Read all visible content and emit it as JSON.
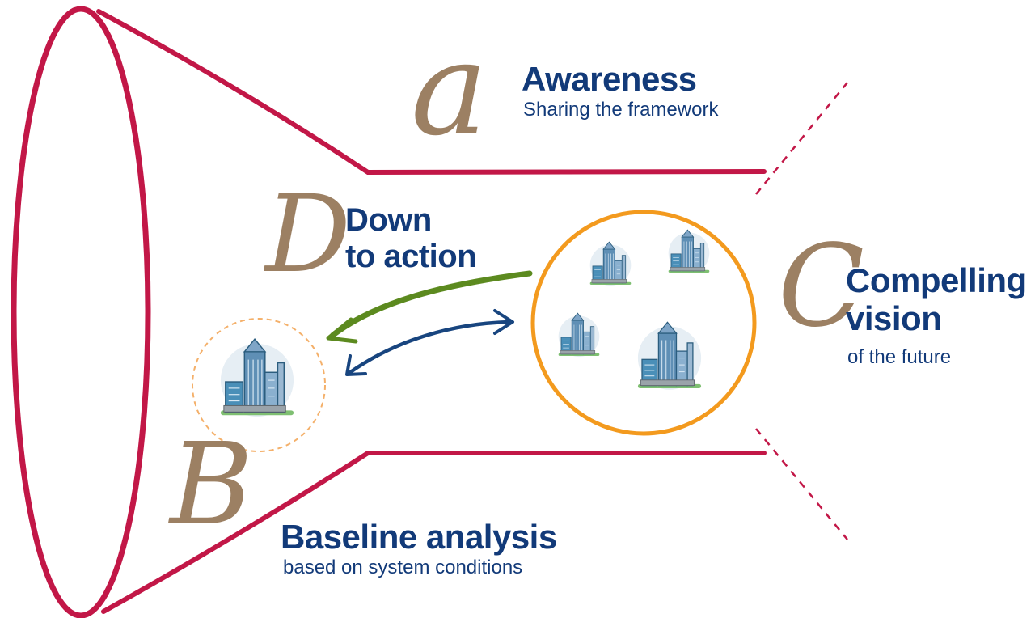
{
  "colors": {
    "funnel": "#c21747",
    "letter": "#9c8063",
    "text": "#123a79",
    "circle_vision": "#f39a1e",
    "circle_baseline_dashed": "#f4b06a",
    "arrow_green": "#5c8a1f",
    "arrow_blue": "#18457f"
  },
  "steps": {
    "a": {
      "letter": "a",
      "title": "Awareness",
      "subtitle": "Sharing the framework"
    },
    "b": {
      "letter": "B",
      "title": "Baseline analysis",
      "subtitle": "based on system conditions"
    },
    "c": {
      "letter": "C",
      "title_first_letter": "C",
      "title_rest": "ompelling",
      "title_line2": "vision",
      "subtitle": "of the future"
    },
    "d": {
      "letter": "D",
      "title_line1": "Down",
      "title_line2": "to action"
    }
  },
  "icons": {
    "baseline_building": "office-building-icon",
    "vision_buildings": [
      "office-building-icon",
      "office-building-icon",
      "office-building-icon",
      "office-building-icon"
    ]
  }
}
